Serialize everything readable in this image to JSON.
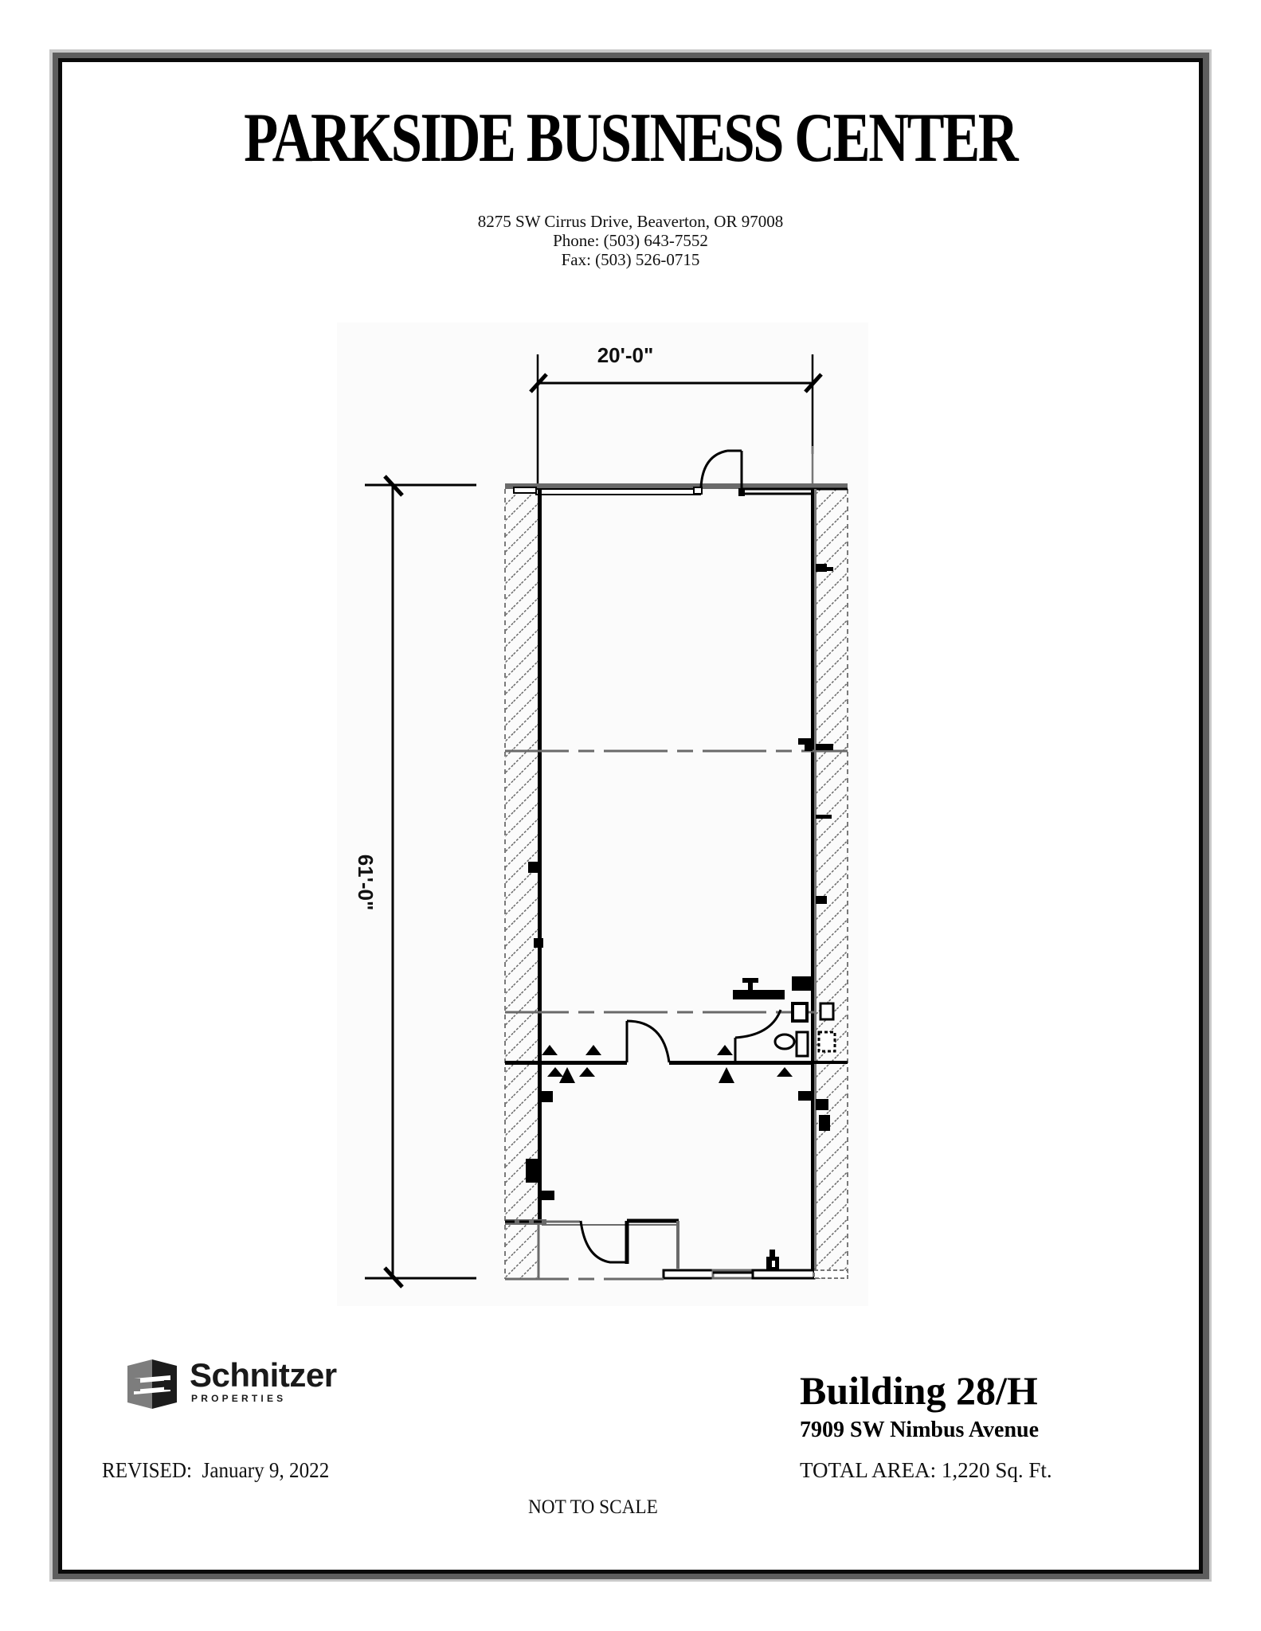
{
  "header": {
    "title": "PARKSIDE BUSINESS CENTER",
    "address": "8275 SW Cirrus Drive, Beaverton, OR 97008",
    "phone": "Phone: (503) 643-7552",
    "fax": "Fax: (503) 526-0715"
  },
  "floor_plan": {
    "width_dimension": "20'-0\"",
    "depth_dimension": "61'-0\""
  },
  "logo": {
    "icon": "schnitzer-s-logo-icon",
    "name": "Schnitzer",
    "subtitle": "PROPERTIES"
  },
  "building": {
    "name": "Building 28/H",
    "address": "7909 SW Nimbus Avenue",
    "total_area": "TOTAL AREA: 1,220 Sq. Ft."
  },
  "footer": {
    "revised": "REVISED:  January 9, 2022",
    "scale_note": "NOT TO SCALE"
  },
  "colors": {
    "frame_light": "#c9c9c9",
    "frame_dark": "#5e5e5e",
    "frame_black": "#0a0a0a",
    "wall_black": "#000000",
    "hatch_grey": "#6a6a6a"
  }
}
